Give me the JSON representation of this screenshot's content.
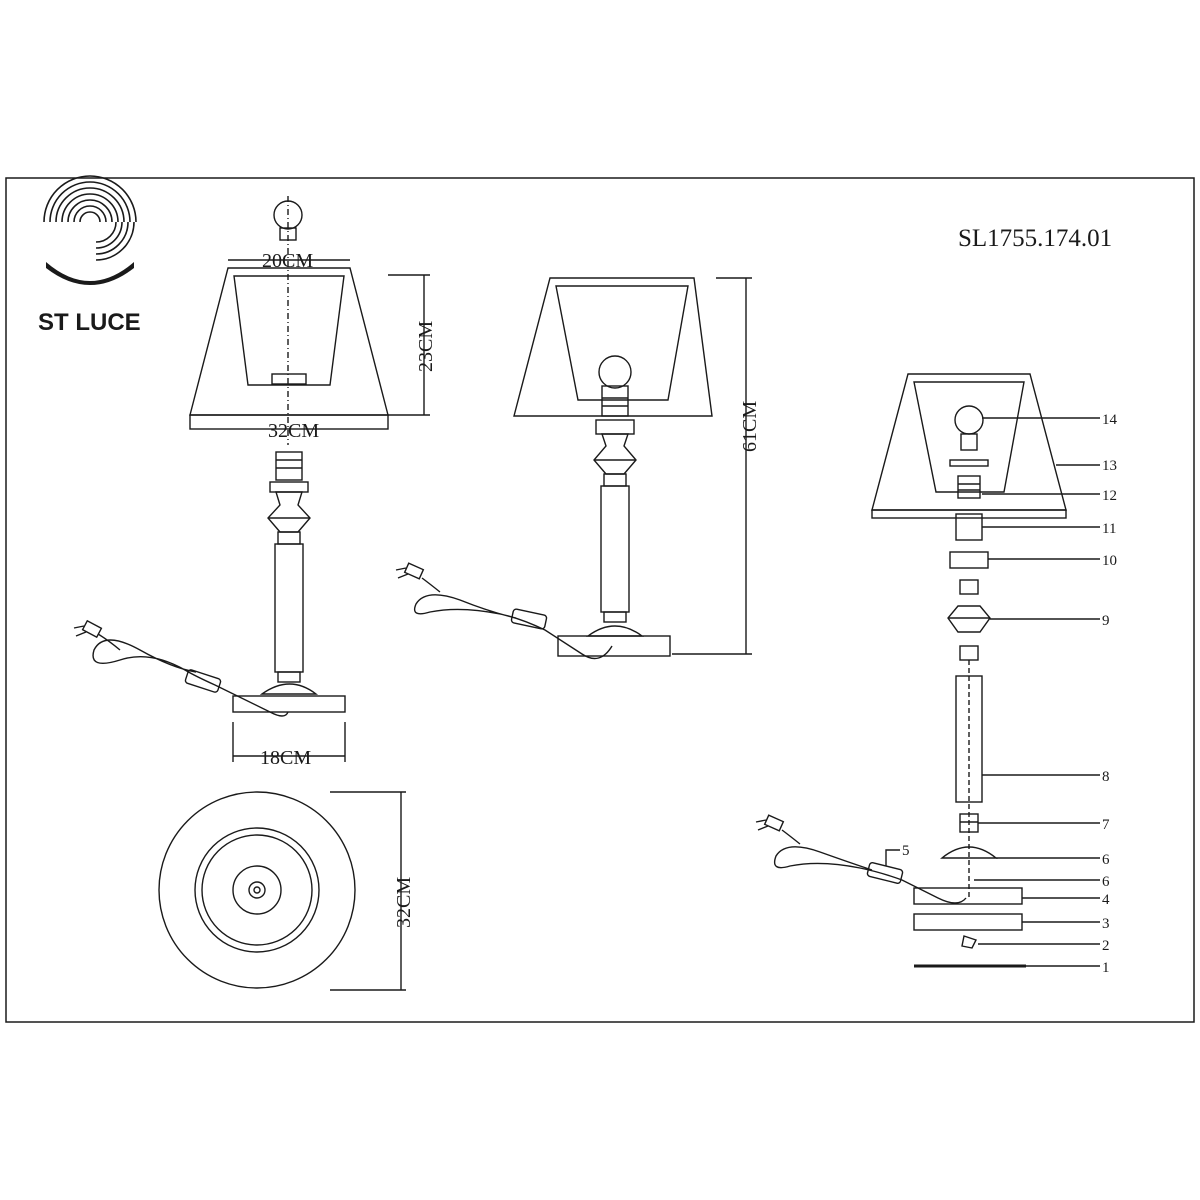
{
  "brand": {
    "name": "ST LUCE",
    "logo_icon": "swirl-logo-icon"
  },
  "model_code": "SL1755.174.01",
  "dimensions": {
    "shade_top": "20CM",
    "shade_height": "23CM",
    "shade_bottom": "32CM",
    "total_height": "61CM",
    "base_width": "18CM",
    "base_diameter": "32CM"
  },
  "parts": {
    "p1": "1",
    "p2": "2",
    "p3": "3",
    "p4": "4",
    "p5": "5",
    "p6a": "6",
    "p6b": "6",
    "p7": "7",
    "p8": "8",
    "p9": "9",
    "p10": "10",
    "p11": "11",
    "p12": "12",
    "p13": "13",
    "p14": "14"
  },
  "colors": {
    "line": "#1a1a1a",
    "background": "#ffffff"
  }
}
